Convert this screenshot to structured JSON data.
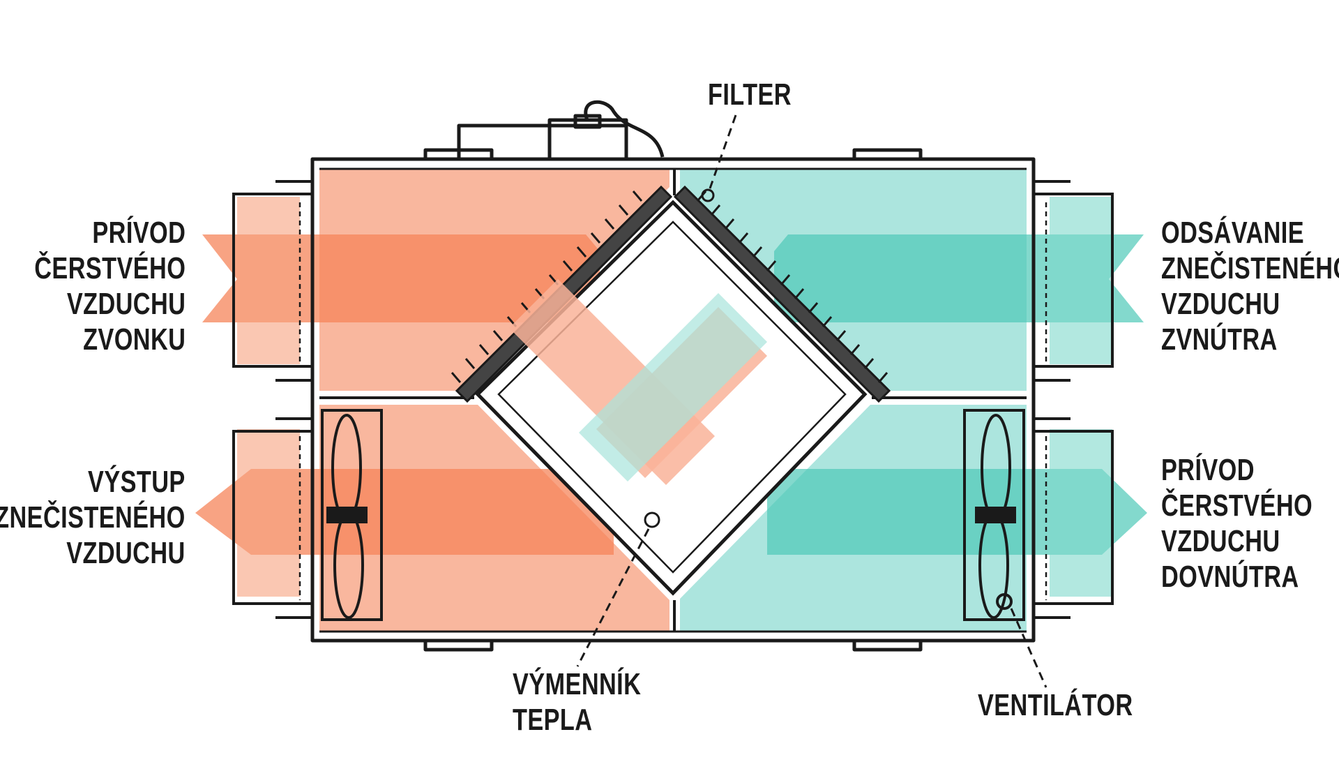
{
  "labels": {
    "filter": "FILTER",
    "intake_fresh_outside": [
      "PRÍVOD",
      "ČERSTVÉHO",
      "VZDUCHU",
      "ZVONKU"
    ],
    "exhaust_polluted": [
      "VÝSTUP",
      "ZNEČISTENÉHO",
      "VZDUCHU"
    ],
    "extract_polluted_inside": [
      "ODSÁVANIE",
      "ZNEČISTENÉHO",
      "VZDUCHU",
      "ZVNÚTRA"
    ],
    "supply_fresh_inside": [
      "PRÍVOD",
      "ČERSTVÉHO",
      "VZDUCHU",
      "DOVNÚTRA"
    ],
    "heat_exchanger": [
      "VÝMENNÍK",
      "TEPLA"
    ],
    "fan": "VENTILÁTOR"
  },
  "colors": {
    "warm": "#f7a27f",
    "warm_dark": "#f5845a",
    "cool": "#7fd9cc",
    "cool_dark": "#4ec9b8",
    "ink": "#1a1a1a"
  }
}
